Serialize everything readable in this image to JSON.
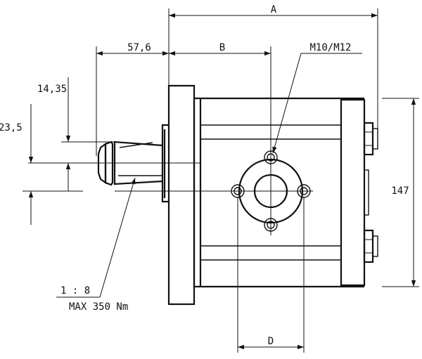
{
  "drawing": {
    "labels": {
      "dim_a": "A",
      "dim_b": "B",
      "dim_d": "D",
      "dim_shaft_length": "57,6",
      "dim_14_35": "14,35",
      "dim_23_5": "23,5",
      "dim_height": "147",
      "port_thread": "M10/M12",
      "taper": "1 : 8",
      "torque": "MAX 350 Nm"
    }
  }
}
